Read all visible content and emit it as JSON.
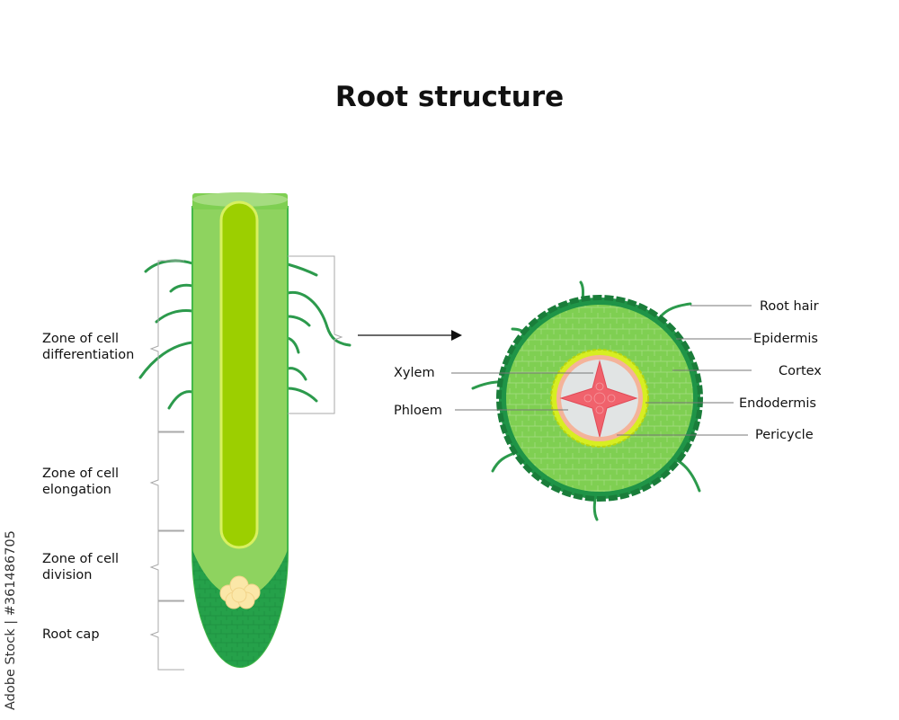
{
  "title": "Root structure",
  "longitudinal_labels": {
    "zone_differentiation": [
      "Zone of cell",
      "differentiation"
    ],
    "zone_elongation": [
      "Zone of cell",
      "elongation"
    ],
    "zone_division": [
      "Zone of cell",
      "division"
    ],
    "root_cap": "Root cap"
  },
  "cross_section_labels": {
    "xylem": "Xylem",
    "phloem": "Phloem",
    "root_hair": "Root hair",
    "epidermis": "Epidermis",
    "cortex": "Cortex",
    "endodermis": "Endodermis",
    "pericycle": "Pericycle"
  },
  "watermark": "Adobe Stock | #361486705",
  "colors": {
    "root_body": "#8ed35f",
    "root_edge": "#44b849",
    "vascular_core": "#9ccf00",
    "vascular_outline": "#d8f060",
    "root_cap": "#25a14a",
    "meristem_cells": "#fbe7a8",
    "root_hair": "#2c9a4c",
    "epidermis_ring": "#1f9447",
    "cortex": "#7fcf52",
    "endodermis_ring": "#d7ee22",
    "pericycle_ring": "#f4b39a",
    "stele_bg": "#e1e4e4",
    "xylem": "#f0626c",
    "leader_line": "#777777"
  }
}
